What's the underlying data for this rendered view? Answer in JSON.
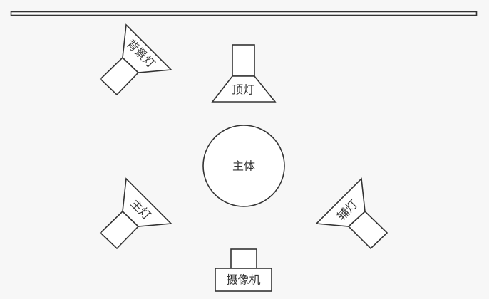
{
  "diagram": {
    "type": "studio-lighting-layout",
    "colors": {
      "stroke": "#333333",
      "fill": "#ffffff",
      "background": "#f7f7f7",
      "text": "#333333"
    },
    "backdrop": {
      "label": ""
    },
    "elements": {
      "background_light": {
        "label": "背景灯"
      },
      "top_light": {
        "label": "顶灯"
      },
      "subject": {
        "label": "主体"
      },
      "key_light": {
        "label": "主灯"
      },
      "fill_light": {
        "label": "辅灯"
      },
      "camera": {
        "label": "摄像机"
      }
    }
  }
}
